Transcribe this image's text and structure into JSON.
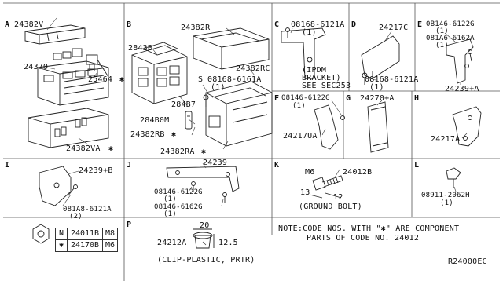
{
  "sections": {
    "A": {
      "letter": "A",
      "parts": [
        "24382V",
        "24370",
        "25464",
        "24382VA"
      ],
      "asterisk": "✱"
    },
    "B": {
      "letter": "B",
      "parts": [
        "24382R",
        "2843B",
        "24382RC",
        "08168-6161A",
        "(1)",
        "284B7",
        "284B0M",
        "24382RB",
        "24382RA"
      ]
    },
    "C": {
      "letter": "C",
      "parts": [
        "08168-6121A",
        "(1)",
        "(IPDM",
        "BRACKET)",
        "SEE SEC253"
      ]
    },
    "D": {
      "letter": "D",
      "parts": [
        "24217C",
        "08168-6121A",
        "(1)"
      ]
    },
    "E": {
      "letter": "E",
      "parts": [
        "0B146-6122G",
        "(1)",
        "081A6-6162A",
        "(1)",
        "24239+A"
      ]
    },
    "F": {
      "letter": "F",
      "parts": [
        "08146-6122G",
        "(1)",
        "24217UA"
      ]
    },
    "G": {
      "letter": "G",
      "parts": [
        "24270+A"
      ]
    },
    "H": {
      "letter": "H",
      "parts": [
        "24217A"
      ]
    },
    "I": {
      "letter": "I",
      "parts": [
        "24239+B",
        "081A8-6121A",
        "(2)"
      ]
    },
    "J": {
      "letter": "J",
      "parts": [
        "24239",
        "08146-6122G",
        "(1)",
        "08146-6162G",
        "(1)"
      ]
    },
    "K": {
      "letter": "K",
      "parts": [
        "M6",
        "24012B",
        "13",
        "12",
        "(GROUND BOLT)"
      ]
    },
    "L": {
      "letter": "L",
      "parts": [
        "08911-2062H",
        "(1)"
      ]
    },
    "P": {
      "letter": "P",
      "parts": [
        "20",
        "24212A",
        "12.5",
        "(CLIP-PLASTIC, PRTR)"
      ]
    }
  },
  "circle_markers": {
    "S": "S",
    "B": "B",
    "N": "N"
  },
  "legend": {
    "rows": [
      {
        "marker": "N",
        "code": "24011B",
        "size": "M8"
      },
      {
        "marker": "✱",
        "code": "24170B",
        "size": "M6"
      }
    ]
  },
  "note": {
    "line1": "NOTE:CODE NOS. WITH \"✱\" ARE COMPONENT",
    "line2": "PARTS OF CODE NO. 24012"
  },
  "diagram_code": "R24000EC"
}
